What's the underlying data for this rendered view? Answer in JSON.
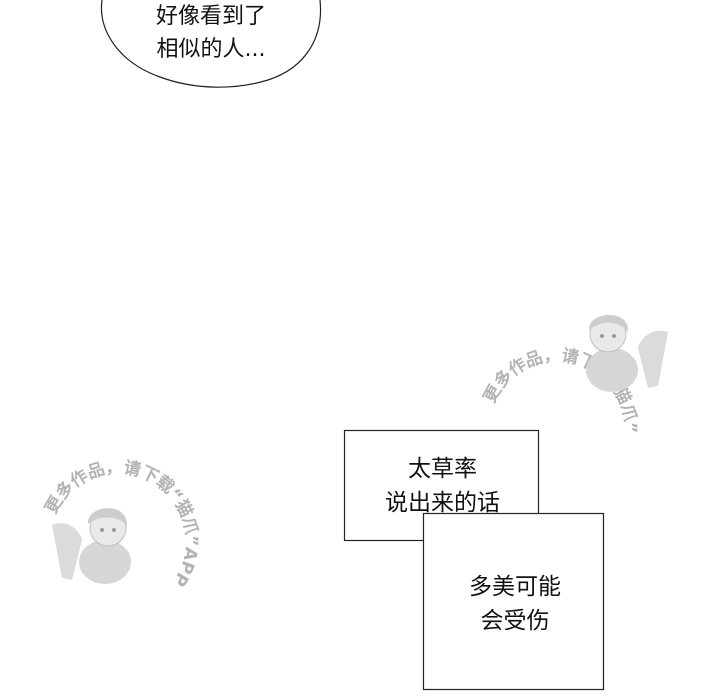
{
  "speech_bubble": {
    "lines": [
      "好像看到了",
      "相似的人..."
    ]
  },
  "caption_box_1": {
    "lines": [
      "太草率",
      "说出来的话"
    ]
  },
  "caption_box_2": {
    "lines": [
      "多美可能",
      "会受伤"
    ]
  },
  "watermark": {
    "text": "更多作品，请下载“猫爪”APP",
    "color": "#9a9a9a"
  },
  "colors": {
    "background": "#ffffff",
    "ink": "#111111",
    "line": "#222222"
  }
}
